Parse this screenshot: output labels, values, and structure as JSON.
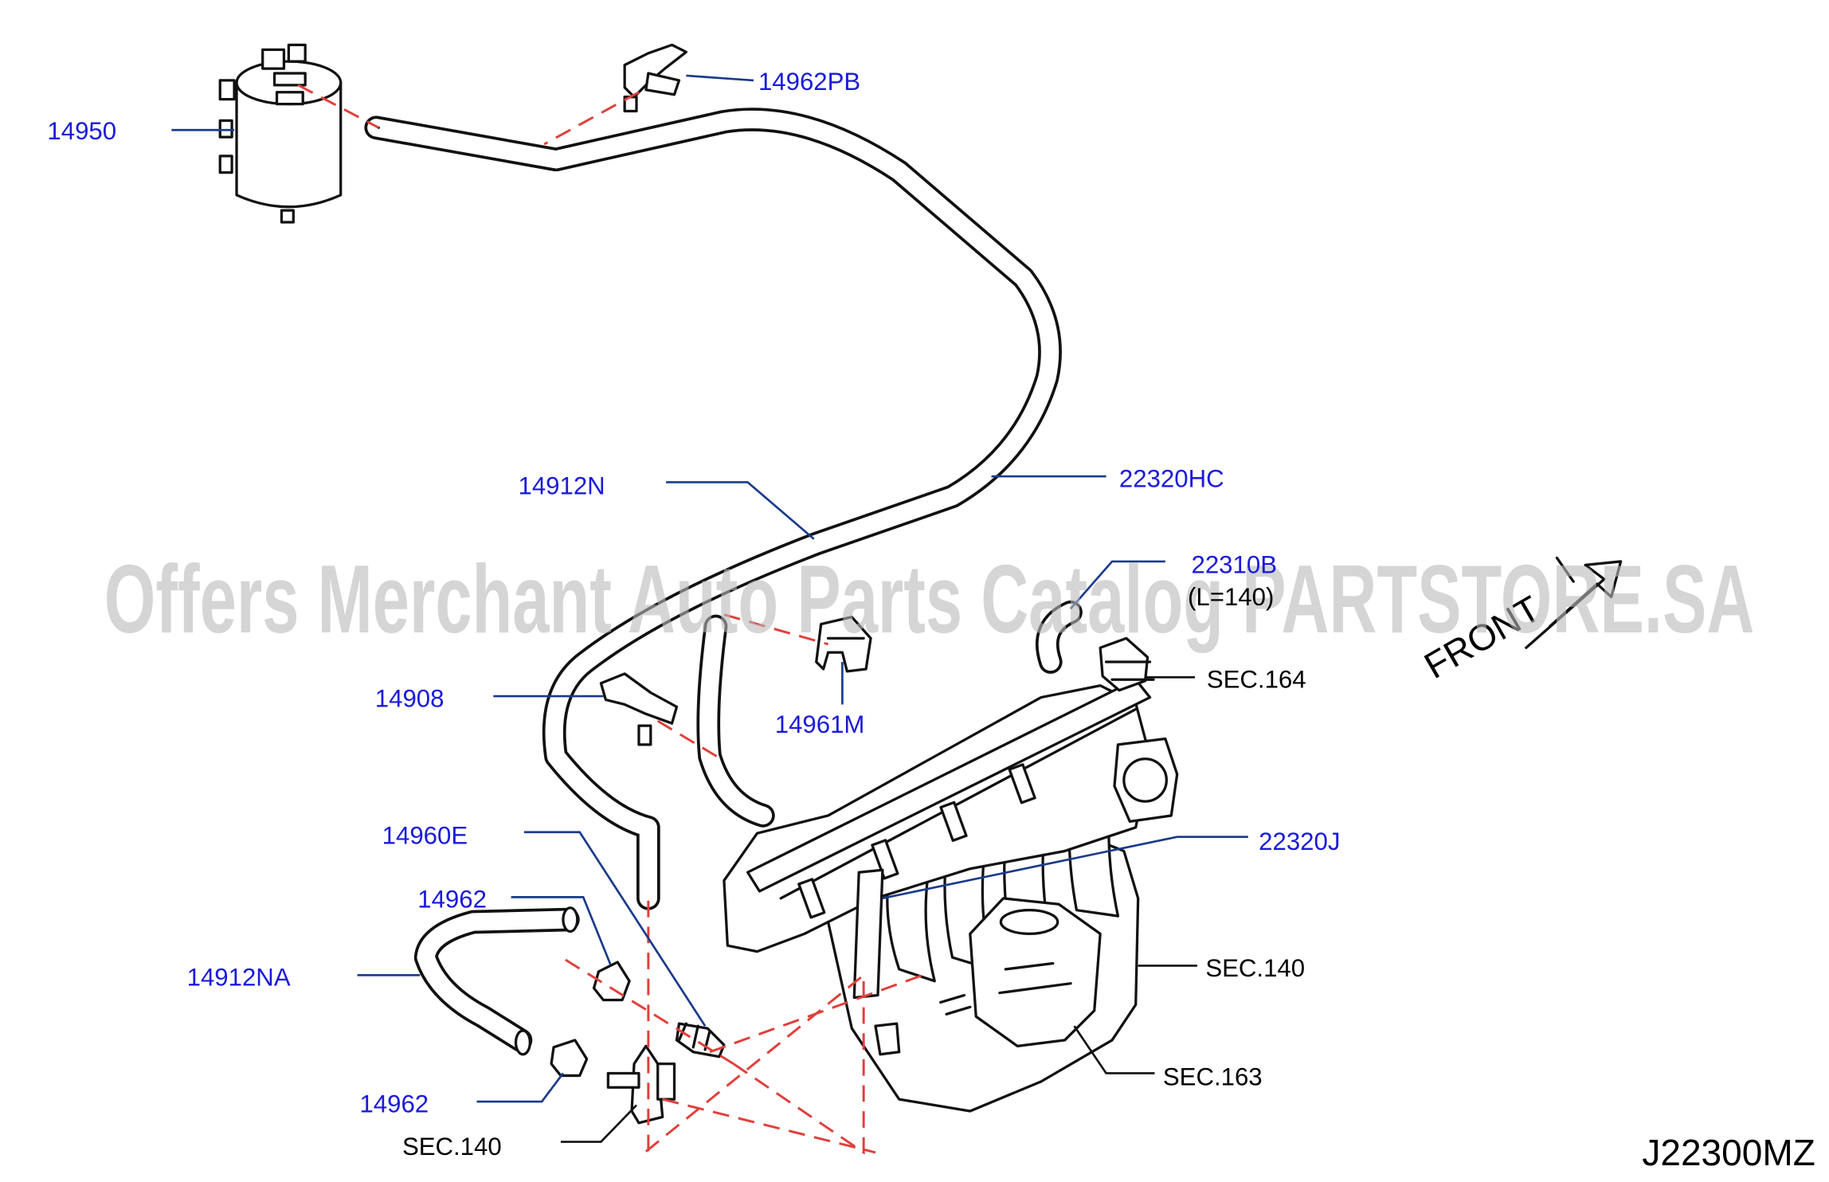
{
  "watermark": "Offers Merchant Auto Parts Catalog PARTSTORE.SA",
  "diagram_code": "J22300MZ",
  "front_label": "FRONT",
  "colors": {
    "part_label": "#1a1adb",
    "section_label": "#000000",
    "leader_dash": "#e0403c",
    "watermark": "#b9b9b9"
  },
  "labels": {
    "canister": "14950",
    "clip_top": "14962PB",
    "hose_main": "14912N",
    "tube_main": "22320HC",
    "hose_22310b": "22310B",
    "length_note": "(L=140)",
    "clip_14908": "14908",
    "clip_14961m": "14961M",
    "sec_164": "SEC.164",
    "pipe_22320j": "22320J",
    "valve_14960e": "14960E",
    "clamp_upper": "14962",
    "hose_14912na": "14912NA",
    "clamp_lower": "14962",
    "sec_140_lower": "SEC.140",
    "sec_140_right": "SEC.140",
    "sec_163": "SEC.163"
  }
}
